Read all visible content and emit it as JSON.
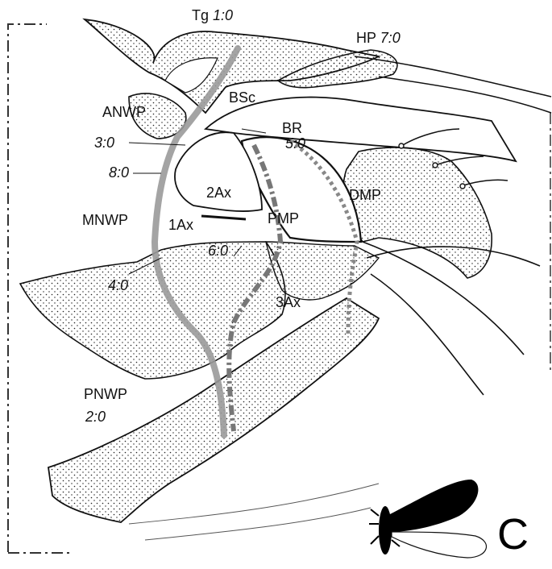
{
  "figure": {
    "panel_letter": "C",
    "labels": {
      "Tg": "Tg",
      "Tg_code": "1:0",
      "HP": "HP",
      "HP_code": "7:0",
      "ANWP": "ANWP",
      "BSc": "BSc",
      "BR": "BR",
      "code_3_0": "3:0",
      "code_5_0": "5:0",
      "code_8_0": "8:0",
      "Ax2": "2Ax",
      "DMP": "DMP",
      "MNWP": "MNWP",
      "Ax1": "1Ax",
      "PMP": "PMP",
      "code_6_0": "6:0",
      "code_4_0": "4:0",
      "Ax3": "3Ax",
      "PNWP": "PNWP",
      "code_2_0": "2:0"
    },
    "colors": {
      "outline": "#111111",
      "stipple": "#222222",
      "grey_line": "#9a9a9a",
      "dash_line": "#777777",
      "frame": "#333333"
    }
  }
}
